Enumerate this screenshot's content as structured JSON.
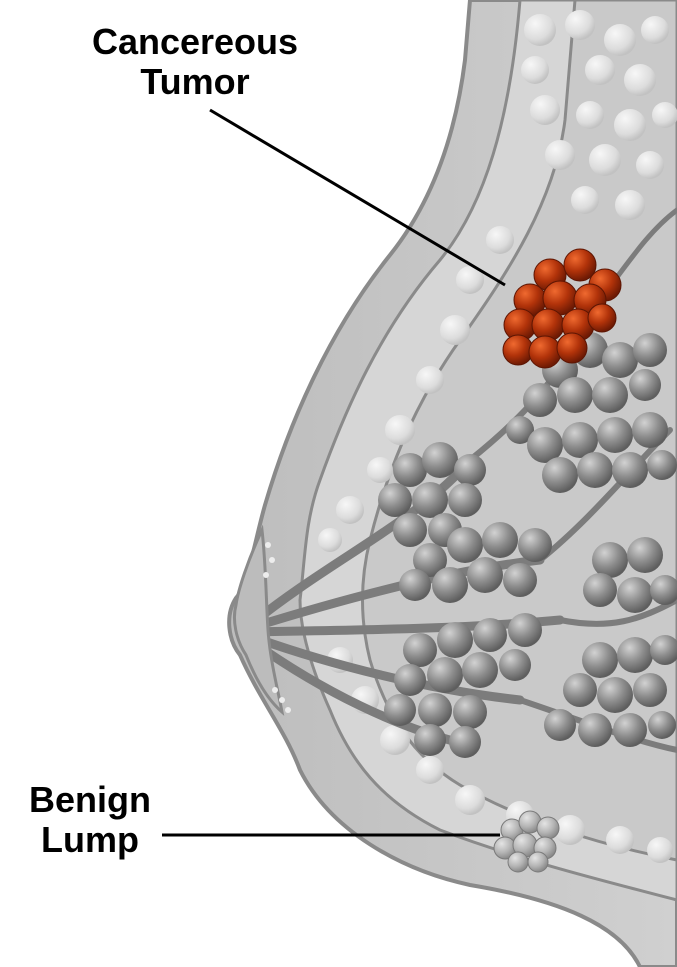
{
  "labels": {
    "tumor": {
      "line1": "Cancereous",
      "line2": "Tumor"
    },
    "lump": {
      "line1": "Benign",
      "line2": "Lump"
    }
  },
  "colors": {
    "background": "#ffffff",
    "skin": "#c6c6c6",
    "skin_outline": "#8a8a8a",
    "fatty_tissue": "#d9d9d9",
    "fat_globule": "#e7e7e7",
    "lobule": "#8e8e8e",
    "lobule_highlight": "#c4c4c4",
    "duct": "#7c7c7c",
    "tumor": "#a82b08",
    "tumor_highlight": "#e05a25",
    "benign_lump": "#b4b4b4",
    "leader_line": "#000000"
  },
  "icons": {
    "tumor": "tumor-cluster-icon",
    "lump": "benign-lump-icon"
  }
}
